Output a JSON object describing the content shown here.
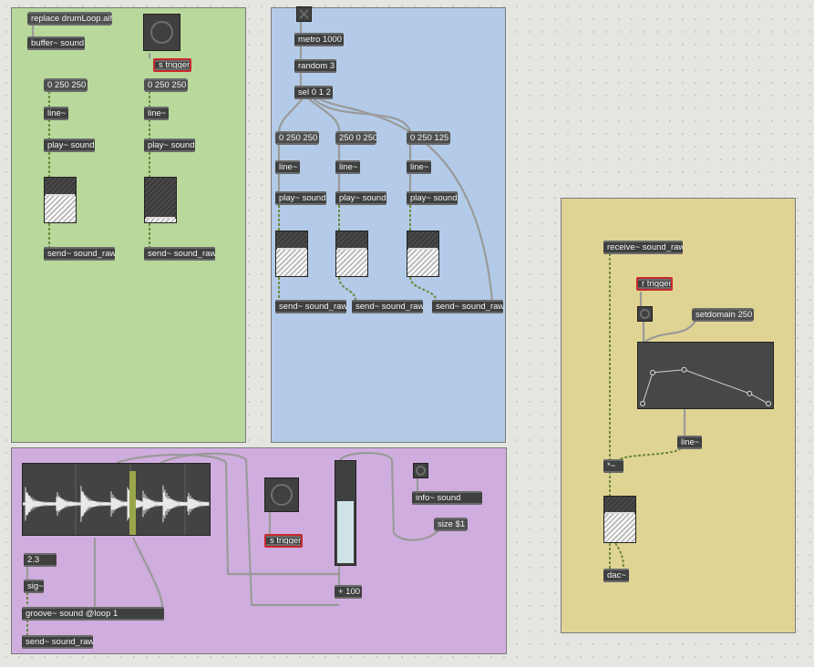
{
  "colors": {
    "green_panel": "#b8d89c",
    "blue_panel": "#b3cbe8",
    "purple_panel": "#d0addf",
    "yellow_panel": "#e0d494",
    "object_fill": "#3f4040",
    "send_receive_highlight": "#c8282d",
    "playhead": "#9aa64a"
  },
  "green_patch": {
    "replace_msg": "replace drumLoop.aif",
    "buffer": "buffer~ sound",
    "send_trigger": "s trigger",
    "voices": [
      {
        "msg": "0 250 250",
        "line": "line~",
        "play": "play~ sound",
        "send": "send~ sound_raw",
        "level": 0.6
      },
      {
        "msg": "0 250 250",
        "line": "line~",
        "play": "play~ sound",
        "send": "send~ sound_raw",
        "level": 0.08
      }
    ]
  },
  "blue_patch": {
    "metro": "metro 1000",
    "random": "random 3",
    "sel": "sel 0 1 2",
    "voices": [
      {
        "msg": "0 250 250",
        "line": "line~",
        "play": "play~ sound",
        "send": "send~ sound_raw",
        "level": 0.6
      },
      {
        "msg": "250 0 250",
        "line": "line~",
        "play": "play~ sound",
        "send": "send~ sound_raw",
        "level": 0.6
      },
      {
        "msg": "0 250 125",
        "line": "line~",
        "play": "play~ sound",
        "send": "send~ sound_raw",
        "level": 0.6
      }
    ]
  },
  "purple_patch": {
    "rate_number": "2.3",
    "sig": "sig~",
    "groove": "groove~ sound @loop 1",
    "send": "send~ sound_raw",
    "send_trigger": "s trigger",
    "info": "info~ sound",
    "size_msg": "size $1",
    "plus": "+ 100",
    "slider_level": 0.62,
    "playhead_position": 0.57
  },
  "yellow_patch": {
    "receive": "receive~ sound_raw",
    "receive_trigger": "r trigger",
    "setdomain_msg": "setdomain 250",
    "line": "line~",
    "multiply": "*~",
    "dac": "dac~",
    "meter_level": 0.62,
    "envelope_points": [
      [
        0,
        0
      ],
      [
        0.08,
        0.55
      ],
      [
        0.33,
        0.6
      ],
      [
        0.85,
        0.18
      ],
      [
        1,
        0
      ]
    ]
  }
}
